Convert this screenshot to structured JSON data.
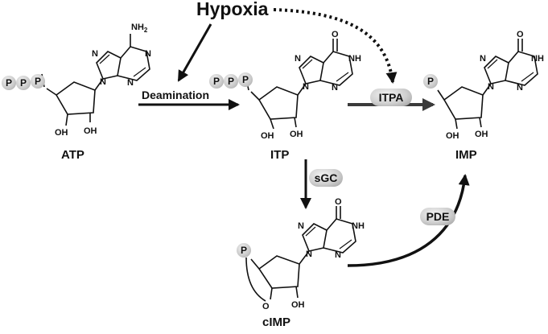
{
  "title": "Hypoxia",
  "reaction_label": "Deamination",
  "molecules": {
    "atp": {
      "name": "ATP",
      "phosphates": [
        "P",
        "P",
        "P"
      ],
      "amine": "NH",
      "amine_sub": "2",
      "oh1": "OH",
      "oh2": "OH",
      "n": "N"
    },
    "itp": {
      "name": "ITP",
      "phosphates": [
        "P",
        "P",
        "P"
      ],
      "carbonyl": "O",
      "nh": "NH",
      "oh1": "OH",
      "oh2": "OH",
      "n": "N"
    },
    "imp": {
      "name": "IMP",
      "phosphates": [
        "P"
      ],
      "carbonyl": "O",
      "nh": "NH",
      "oh1": "OH",
      "oh2": "OH",
      "n": "N"
    },
    "cimp": {
      "name": "cIMP",
      "phosphates": [
        "P"
      ],
      "carbonyl": "O",
      "nh": "NH",
      "ring_o": "O",
      "oh": "OH",
      "n": "N"
    }
  },
  "enzymes": {
    "itpa": "ITPA",
    "sgc": "sGC",
    "pde": "PDE"
  },
  "colors": {
    "arrow": "#111111",
    "arrow_dark_gray": "#3a3a3a",
    "pill": "#c8c8c8"
  }
}
